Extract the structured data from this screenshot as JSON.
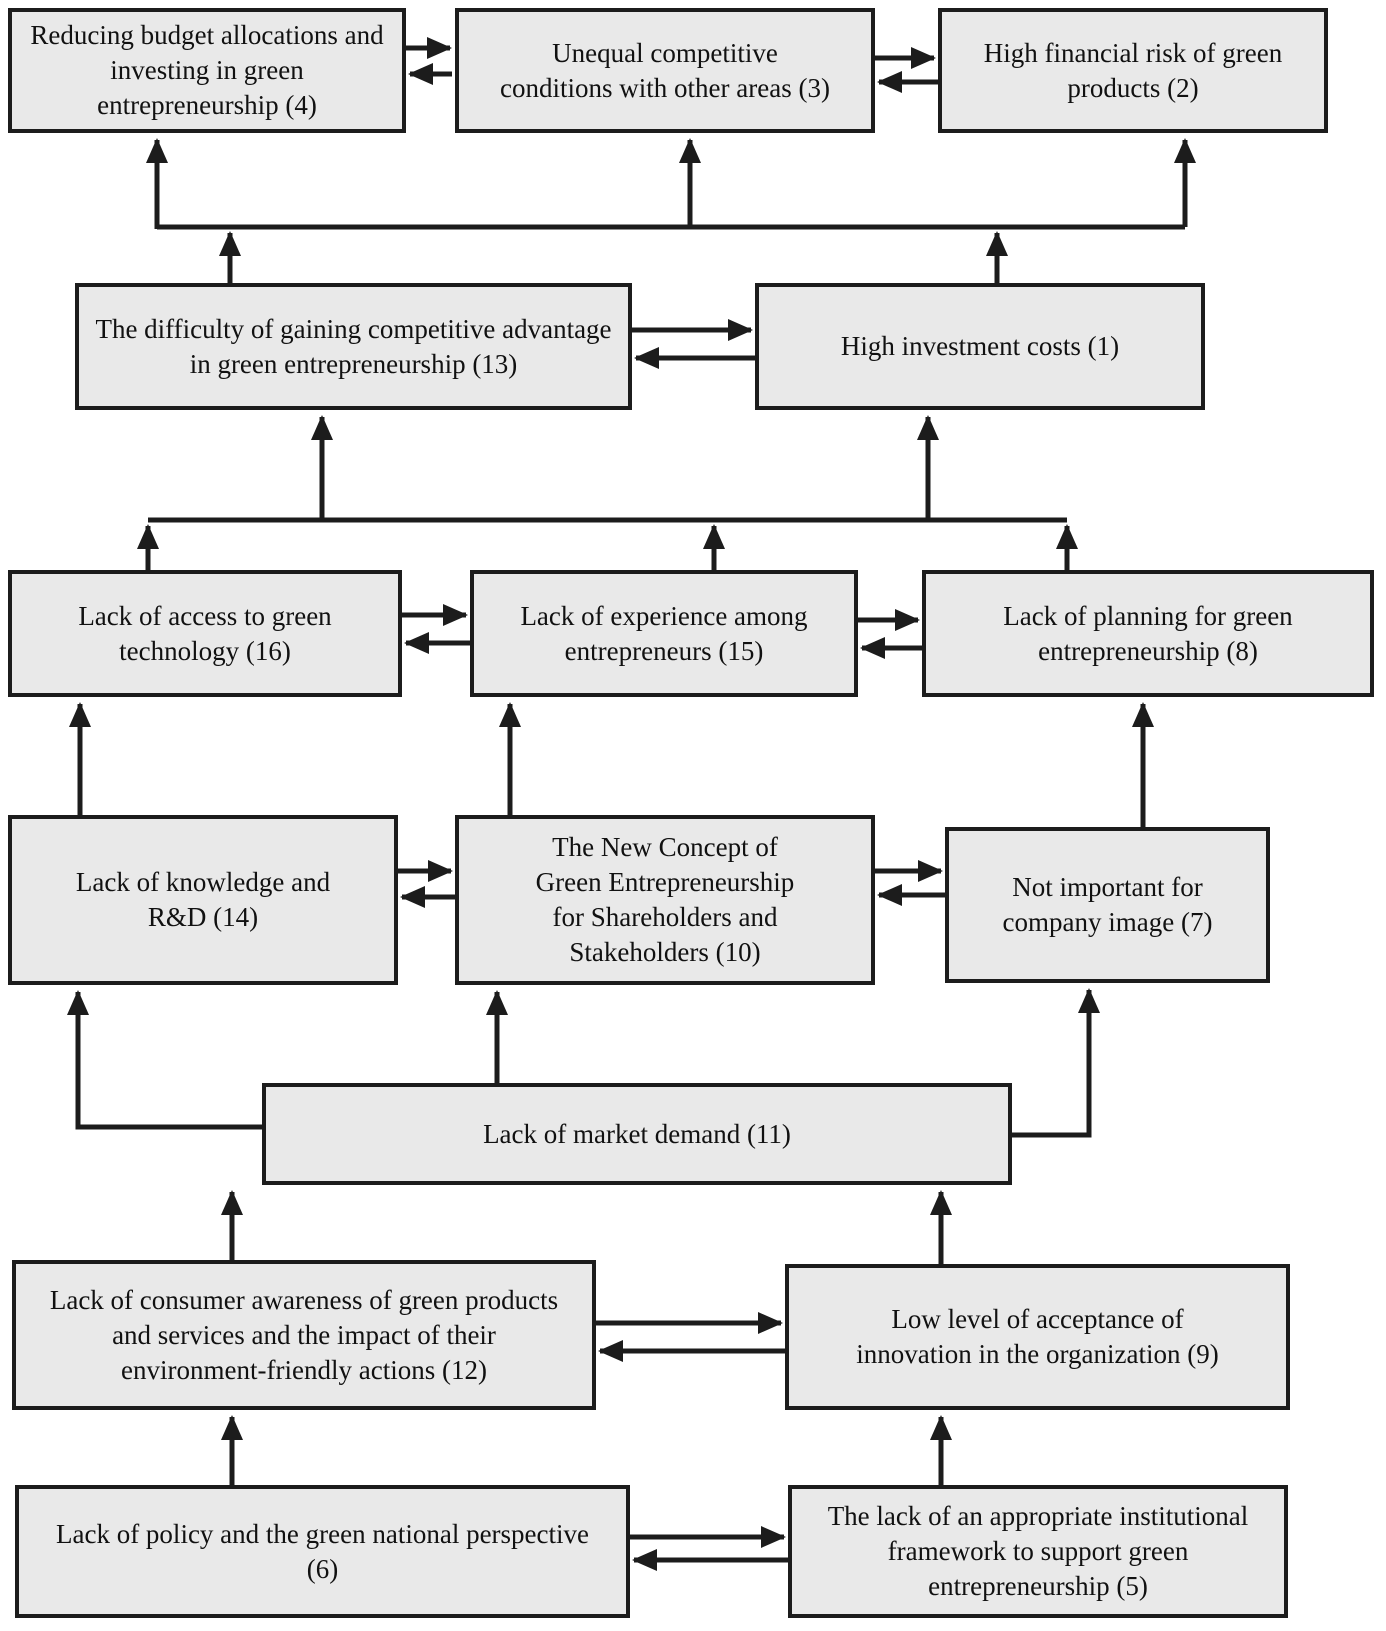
{
  "diagram": {
    "description": "ISM hierarchy of barriers to green entrepreneurship",
    "colors": {
      "background": "#ffffff",
      "node_fill": "#e9e9e9",
      "node_border": "#1c1c1c",
      "arrow": "#1c1c1c",
      "text": "#111111"
    },
    "nodes": {
      "n4": "Reducing budget allocations and investing in green entrepreneurship (4)",
      "n3": "Unequal competitive conditions with other areas (3)",
      "n2": "High financial risk of green products (2)",
      "n13": "The difficulty of gaining competitive advantage in green entrepreneurship (13)",
      "n1": "High investment costs (1)",
      "n16": "Lack of access to green technology (16)",
      "n15": "Lack of experience among entrepreneurs (15)",
      "n8": "Lack of planning for green entrepreneurship (8)",
      "n14": "Lack of knowledge and R&D (14)",
      "n10": "The New Concept of Green Entrepreneurship for Shareholders and Stakeholders (10)",
      "n7": "Not important for company image (7)",
      "n11": "Lack of market demand (11)",
      "n12": "Lack of consumer awareness of green products and services and the impact of their environment-friendly actions (12)",
      "n9": "Low level of acceptance of innovation in the organization (9)",
      "n6": "Lack of policy and the green national perspective (6)",
      "n5": "The lack of an appropriate institutional framework to support green entrepreneurship (5)"
    },
    "edges": {
      "bidirectional_pairs": [
        [
          "4",
          "3"
        ],
        [
          "3",
          "2"
        ],
        [
          "13",
          "1"
        ],
        [
          "16",
          "15"
        ],
        [
          "15",
          "8"
        ],
        [
          "14",
          "10"
        ],
        [
          "10",
          "7"
        ],
        [
          "12",
          "9"
        ],
        [
          "6",
          "5"
        ]
      ],
      "upward_arrows": [
        [
          "13",
          "4"
        ],
        [
          "13",
          "3"
        ],
        [
          "13",
          "2"
        ],
        [
          "1",
          "4"
        ],
        [
          "1",
          "3"
        ],
        [
          "1",
          "2"
        ],
        [
          "16",
          "13"
        ],
        [
          "15",
          "13"
        ],
        [
          "8",
          "13"
        ],
        [
          "16",
          "1"
        ],
        [
          "15",
          "1"
        ],
        [
          "8",
          "1"
        ],
        [
          "14",
          "16"
        ],
        [
          "10",
          "15"
        ],
        [
          "7",
          "8"
        ],
        [
          "11",
          "14"
        ],
        [
          "11",
          "10"
        ],
        [
          "11",
          "7"
        ],
        [
          "12",
          "11"
        ],
        [
          "9",
          "11"
        ],
        [
          "6",
          "12"
        ],
        [
          "5",
          "9"
        ]
      ]
    }
  }
}
